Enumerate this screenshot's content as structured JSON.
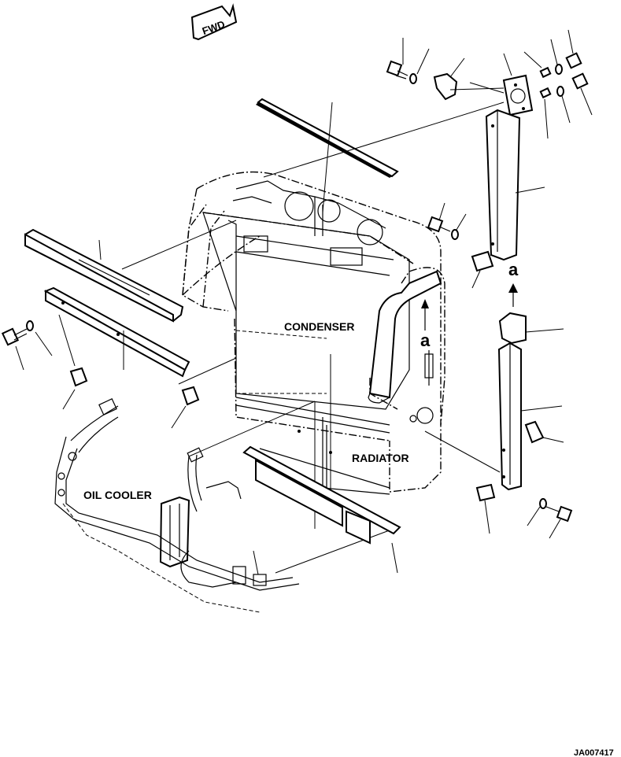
{
  "diagram": {
    "direction_badge": "FWD",
    "labels": {
      "condenser": "CONDENSER",
      "radiator": "RADIATOR",
      "oil_cooler": "OIL COOLER",
      "view_mark_left": "a",
      "view_mark_right": "a"
    },
    "drawing_number": "JA007417"
  }
}
